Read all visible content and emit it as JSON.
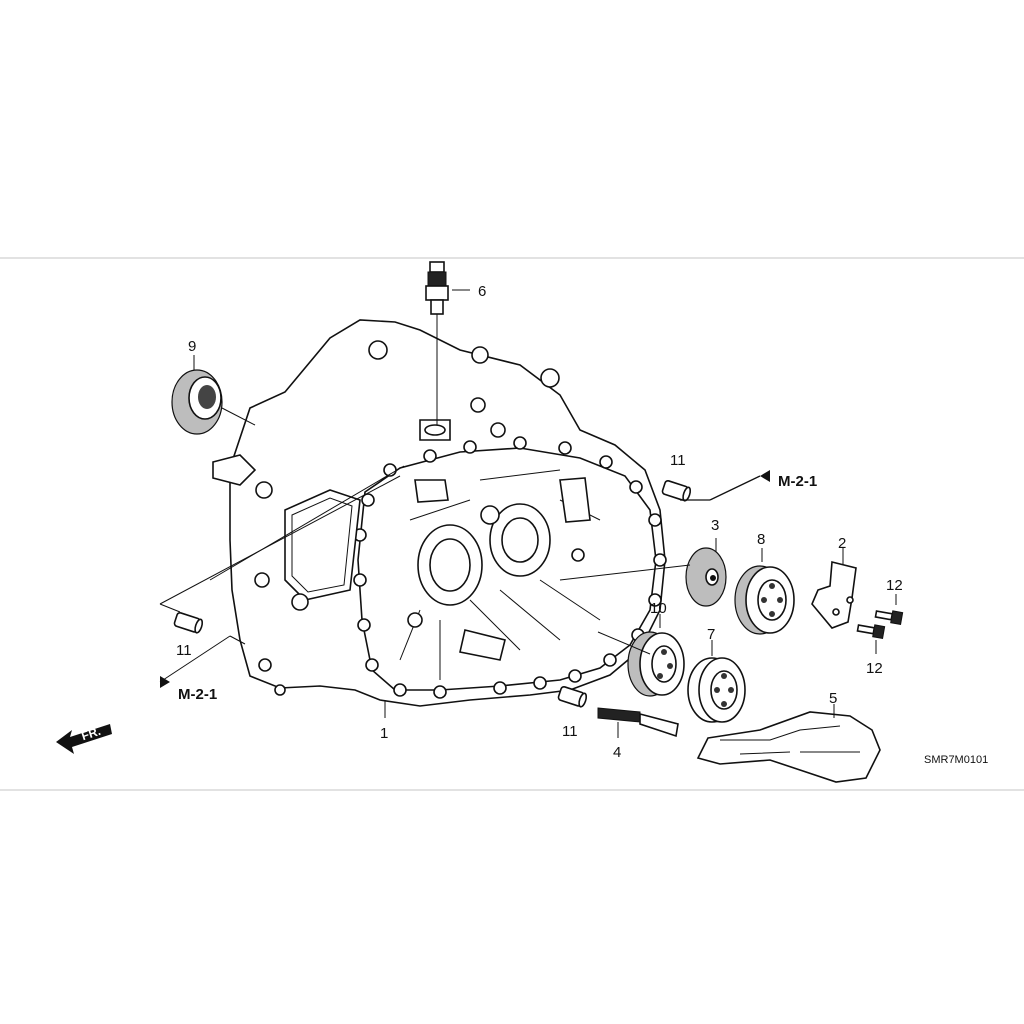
{
  "diagram": {
    "code": "SMR7M0101",
    "front_marker": "FR.",
    "reference_label": "M-2-1",
    "callouts": {
      "c1": "1",
      "c2": "2",
      "c3": "3",
      "c4": "4",
      "c5": "5",
      "c6": "6",
      "c7": "7",
      "c8": "8",
      "c9": "9",
      "c10": "10",
      "c11a": "11",
      "c11b": "11",
      "c11c": "11",
      "c12a": "12",
      "c12b": "12"
    }
  }
}
